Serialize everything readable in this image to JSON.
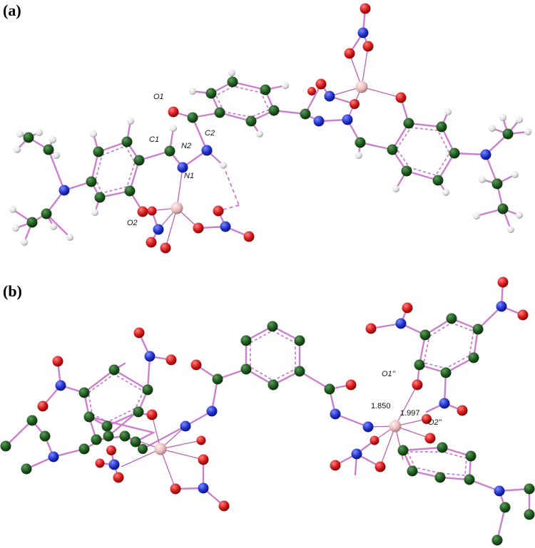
{
  "panels": [
    {
      "id": "a",
      "label": "(a)"
    },
    {
      "id": "b",
      "label": "(b)"
    }
  ],
  "atom_labels_a": [
    "O1",
    "C1",
    "C2",
    "N2",
    "N1",
    "O2"
  ],
  "atom_labels_b": [
    "O1’’",
    "O2’’"
  ],
  "distances_b": [
    "1.850",
    "1.997"
  ],
  "colors": {
    "carbon": "#1f5a1f",
    "nitrogen": "#2233cc",
    "oxygen": "#d61a1a",
    "hydrogen": "#e6e6e6",
    "metal": "#e8b8b8",
    "bond": "#cc7fcf"
  }
}
